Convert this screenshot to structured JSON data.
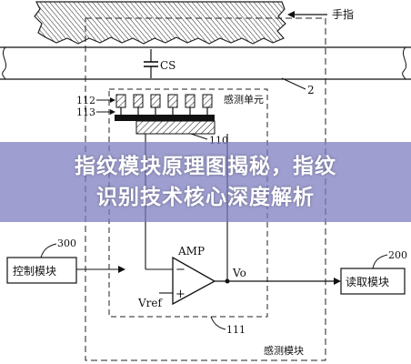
{
  "diagram": {
    "labels": {
      "finger": "手指",
      "cs": "CS",
      "ref_2": "2",
      "ref_112": "112",
      "ref_113": "113",
      "sensing_unit": "感测单元",
      "ref_110": "110",
      "amp": "AMP",
      "vo": "Vo",
      "vref": "Vref",
      "minus": "−",
      "plus": "+",
      "ref_300": "300",
      "control_module": "控制模块",
      "ref_200": "200",
      "read_module": "读取模块",
      "ref_111": "111",
      "sensing_module": "感测模块"
    }
  },
  "banner": {
    "line1": "指纹模块原理图揭秘，指纹",
    "line2": "识别技术核心深度解析"
  }
}
